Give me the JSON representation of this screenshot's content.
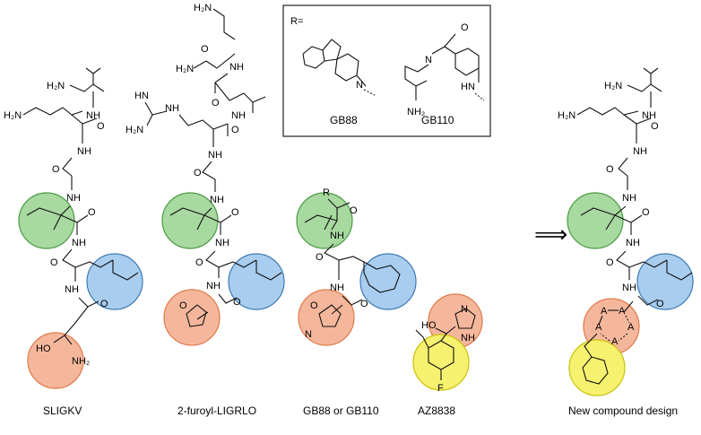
{
  "colors": {
    "green": "#a8d9a0",
    "green_stroke": "#4c9b46",
    "blue": "#a9cdef",
    "blue_stroke": "#3d7ab5",
    "orange": "#f5b79c",
    "orange_stroke": "#e07a4a",
    "yellow": "#f7f170",
    "yellow_stroke": "#c9c20c"
  },
  "inset": {
    "r_label": "R=",
    "gb88_label": "GB88",
    "gb110_label": "GB110"
  },
  "captions": {
    "sligkv": "SLIGKV",
    "furoyl": "2-furoyl-LIGRLO",
    "gb": "GB88 or GB110",
    "az": "AZ8838",
    "new": "New compound design"
  },
  "atoms": {
    "h2n": "H₂N",
    "nh2": "NH₂",
    "nh": "NH",
    "o": "O",
    "n": "N",
    "hn": "HN",
    "ho": "HO",
    "h": "H",
    "r": "R",
    "f": "F",
    "a": "A"
  },
  "arrow": "⟹"
}
